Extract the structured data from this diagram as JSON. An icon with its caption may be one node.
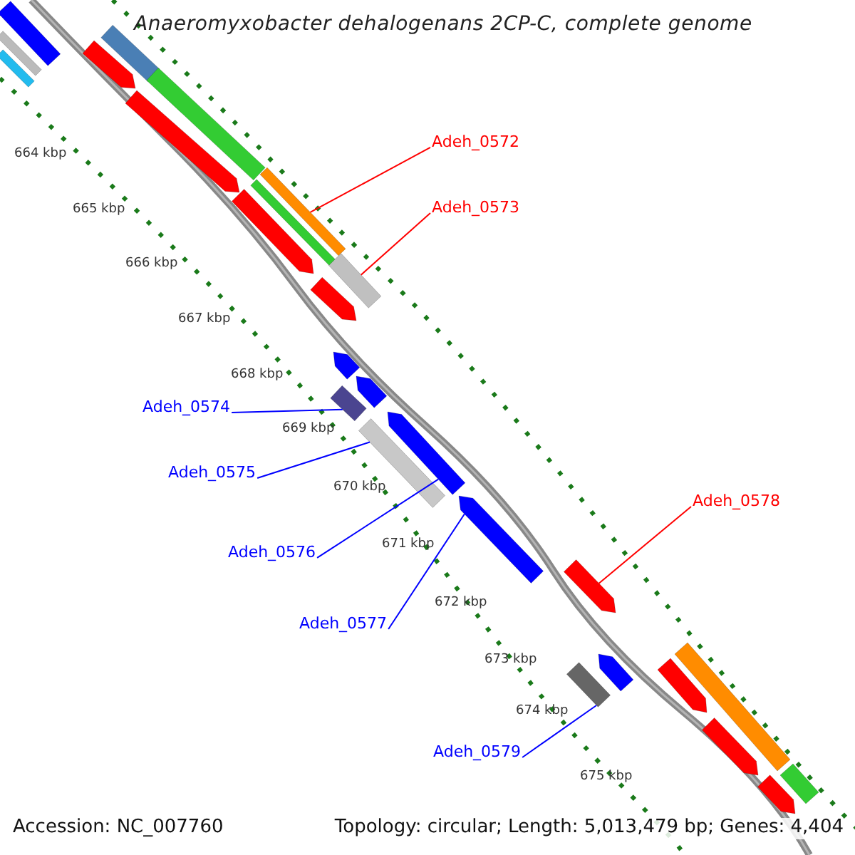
{
  "diagram": {
    "title": "Anaeromyxobacter dehalogenans 2CP-C, complete genome",
    "nodes": [
      {
        "text": [
          "Adeh_0572"
        ]
      },
      {
        "text": [],
        "shape": "bar"
      },
      {
        "text": [
          "Adeh_0573"
        ]
      },
      {
        "text": [],
        "shape": "bar"
      },
      {
        "text": [
          "Adeh_0574"
        ]
      },
      {
        "text": [],
        "shape": "bar"
      },
      {
        "text": [
          "Adeh_0575"
        ]
      },
      {
        "text": [],
        "shape": "bar"
      },
      {
        "text": [
          "Adeh_0576"
        ]
      },
      {
        "text": [],
        "shape": "bar"
      },
      {
        "text": [
          "Adeh_0577"
        ]
      },
      {
        "text": [],
        "shape": "bar"
      },
      {
        "text": [
          "Adeh_0578"
        ]
      },
      {
        "text": [],
        "shape": "bar"
      },
      {
        "text": [
          "Adeh_0579"
        ]
      },
      {
        "text": [],
        "shape": "bar"
      },
      {
        "text": [],
        "shape": "bar"
      },
      {
        "text": [],
        "shape": "bar"
      },
      {
        "text": [],
        "shape": "bar"
      },
      {
        "text": [],
        "shape": "bar"
      },
      {
        "text": [],
        "shape": "bar"
      },
      {
        "text": [],
        "shape": "bar"
      },
      {
        "text": [],
        "shape": "bar"
      },
      {
        "text": [],
        "shape": "bar"
      },
      {
        "text": [],
        "shape": "bar"
      },
      {
        "text": [],
        "shape": "bar"
      },
      {
        "text": [],
        "shape": "bar"
      },
      {
        "text": [],
        "shape": "bar"
      },
      {
        "text": [],
        "shape": "bar"
      },
      {
        "text": [],
        "shape": "bar"
      },
      {
        "text": [],
        "shape": "bar"
      },
      {
        "text": [],
        "shape": "bar"
      },
      {
        "text": [],
        "shape": "bar"
      },
      {
        "text": [],
        "shape": "bar"
      }
    ],
    "edges": [
      {
        "from": 0,
        "to": 1,
        "arrow": "none",
        "color": "#ff0000"
      },
      {
        "from": 2,
        "to": 3,
        "arrow": "none",
        "color": "#ff0000"
      },
      {
        "from": 4,
        "to": 5,
        "arrow": "none"
      },
      {
        "from": 6,
        "to": 7,
        "arrow": "none"
      },
      {
        "from": 8,
        "to": 9,
        "arrow": "none"
      },
      {
        "from": 10,
        "to": 11,
        "arrow": "none"
      },
      {
        "from": 12,
        "to": 13,
        "arrow": "none",
        "color": "#ff0000"
      },
      {
        "from": 14,
        "to": 15,
        "arrow": "none"
      }
    ],
    "labels": [
      "664 kbp",
      "665 kbp",
      "666 kbp",
      "667 kbp",
      "668 kbp",
      "669 kbp",
      "670 kbp",
      "671 kbp",
      "672 kbp",
      "673 kbp",
      "674 kbp",
      "675 kbp",
      "Accession: NC_007760",
      "Topology: circular; Length: 5,013,479 bp; Genes: 4,404"
    ]
  }
}
